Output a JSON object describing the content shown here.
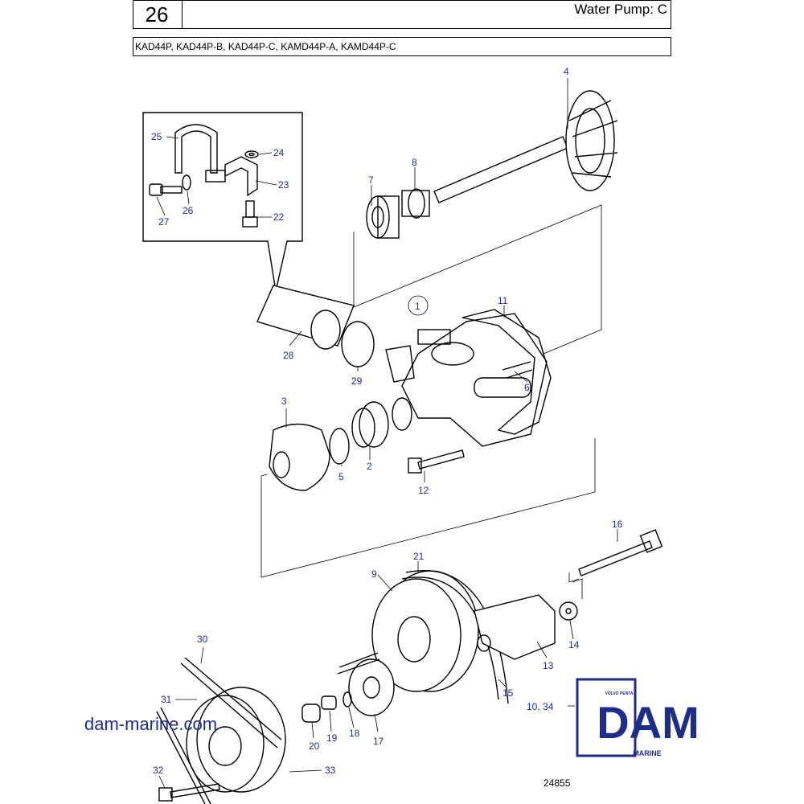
{
  "header": {
    "page_number": "26",
    "title": "Water Pump: C",
    "models": "KAD44P, KAD44P-B, KAD44P-C, KAMD44P-A, KAMD44P-C"
  },
  "callouts": {
    "c1": "1",
    "c2": "2",
    "c3": "3",
    "c4": "4",
    "c5": "5",
    "c6": "6",
    "c7": "7",
    "c8": "8",
    "c9": "9",
    "c10_34": "10, 34",
    "c11": "11",
    "c12": "12",
    "c13": "13",
    "c14": "14",
    "c15": "15",
    "c16": "16",
    "c17": "17",
    "c18": "18",
    "c19": "19",
    "c20": "20",
    "c21": "21",
    "c22": "22",
    "c23": "23",
    "c24": "24",
    "c25": "25",
    "c26": "26",
    "c27": "27",
    "c28": "28",
    "c29": "29",
    "c30": "30",
    "c31": "31",
    "c32": "32",
    "c33": "33"
  },
  "footer": {
    "website": "dam-marine.com",
    "diagram_ref": "24855"
  },
  "logo": {
    "brand": "DAM",
    "sub": "MARINE",
    "badge": "VOLVO PENTA",
    "color": "#1f2d8a"
  },
  "colors": {
    "callout": "#1f2d8a",
    "line": "#000000"
  }
}
